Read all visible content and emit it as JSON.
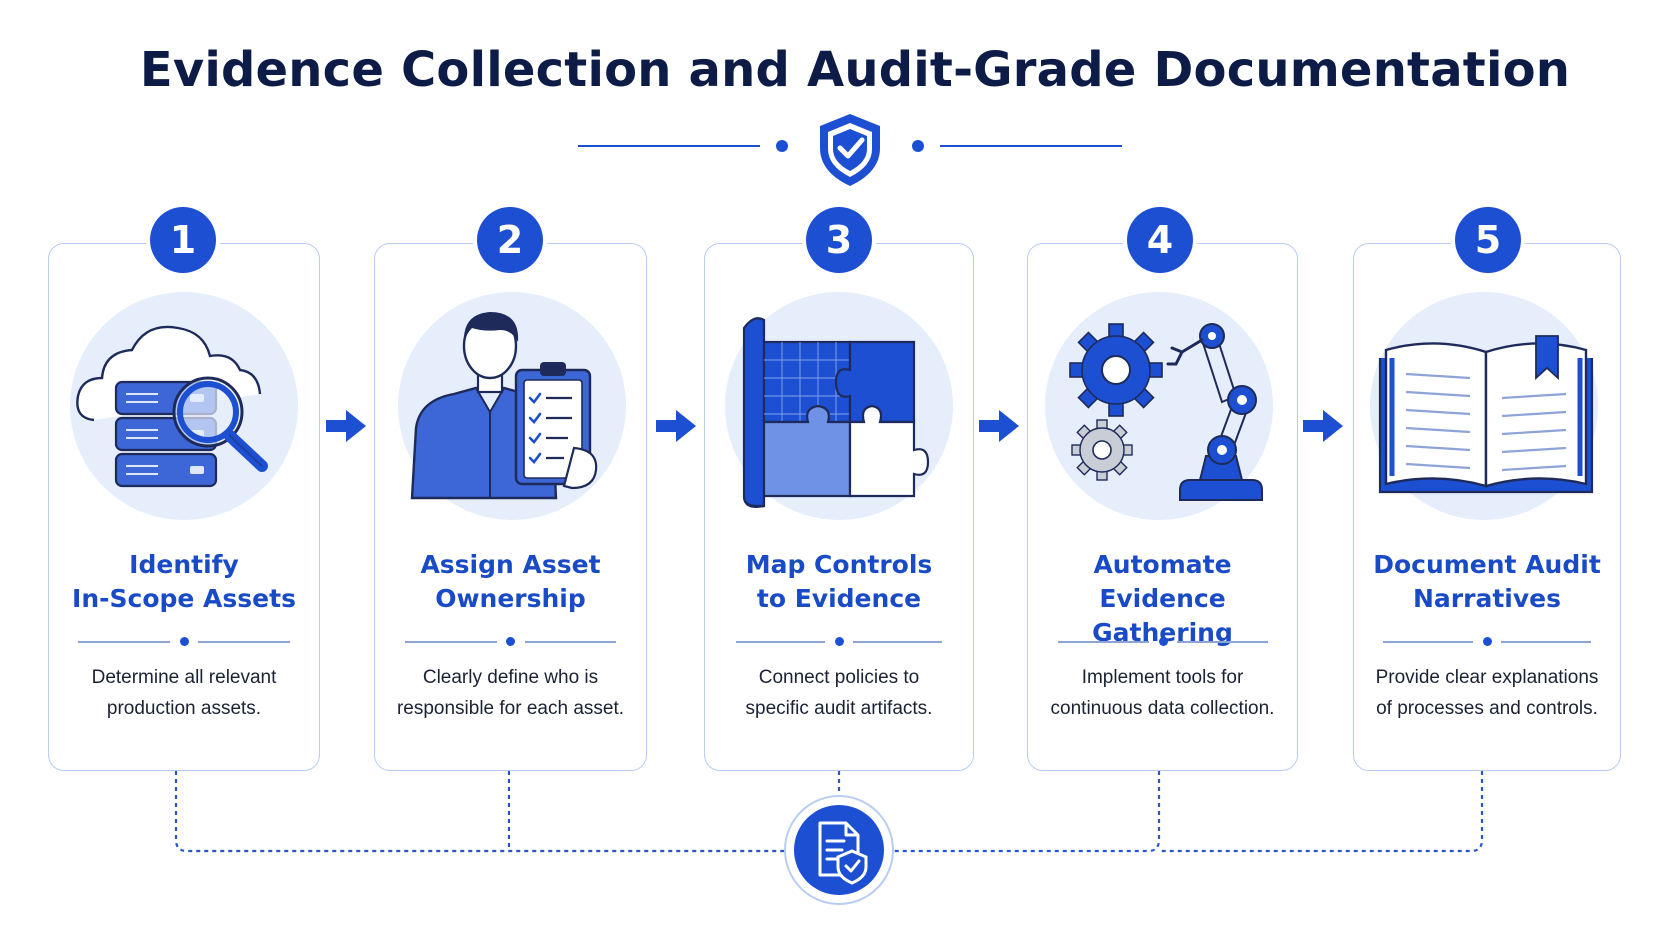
{
  "title": "Evidence Collection and Audit-Grade Documentation",
  "colors": {
    "accent": "#1d4fd2",
    "title": "#0c1c47",
    "step_title": "#1a4bc6",
    "icon_bg": "#e6eefc",
    "card_border": "#b9cdf2"
  },
  "header_icon": "shield-check-icon",
  "hub_icon": "document-shield-icon",
  "steps": [
    {
      "number": "1",
      "title": "Identify\nIn-Scope Assets",
      "description": "Determine all relevant\nproduction assets.",
      "icon": "cloud-server-search-icon"
    },
    {
      "number": "2",
      "title": "Assign Asset\nOwnership",
      "description": "Clearly define who is\nresponsible for each asset.",
      "icon": "person-clipboard-icon"
    },
    {
      "number": "3",
      "title": "Map Controls\nto Evidence",
      "description": "Connect policies to\nspecific audit artifacts.",
      "icon": "blueprint-puzzle-icon"
    },
    {
      "number": "4",
      "title": "Automate Evidence\nGathering",
      "description": "Implement tools for\ncontinuous data collection.",
      "icon": "gears-robot-arm-icon"
    },
    {
      "number": "5",
      "title": "Document Audit\nNarratives",
      "description": "Provide clear explanations\nof processes and controls.",
      "icon": "open-book-icon"
    }
  ]
}
